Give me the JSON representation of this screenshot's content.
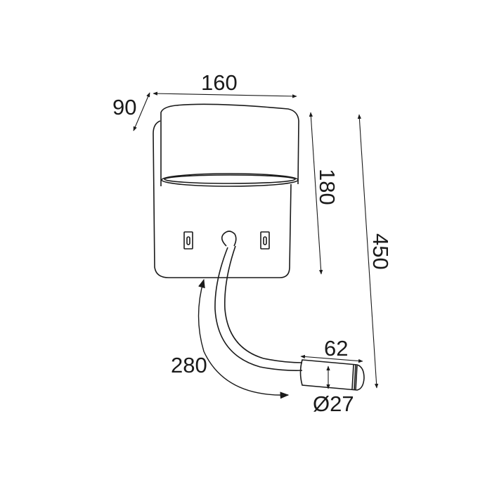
{
  "diagram": {
    "subject": "wall lamp with flexible reading arm",
    "dimensions": {
      "width": "160",
      "depth": "90",
      "body_height": "180",
      "total_height": "450",
      "arm_length": "280",
      "head_length": "62",
      "head_diameter": "Ø27"
    },
    "colors": {
      "line": "#1a1a1a",
      "background": "#ffffff"
    }
  }
}
